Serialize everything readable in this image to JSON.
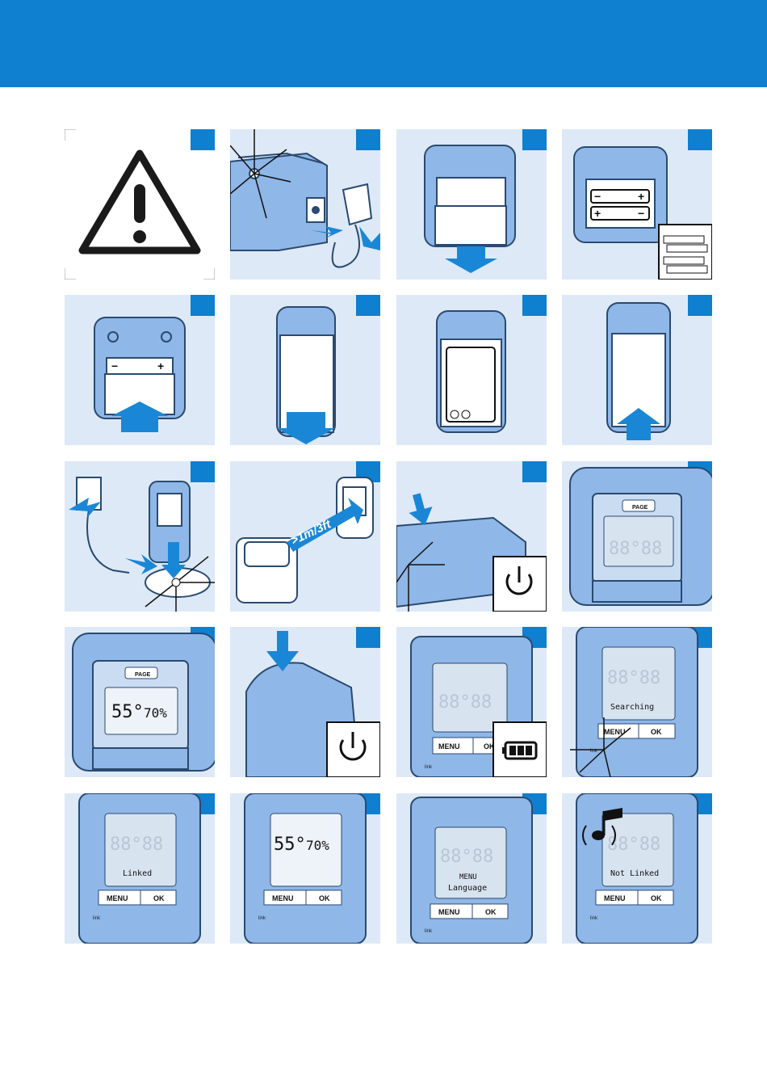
{
  "header": {
    "color": "#0f7fcf"
  },
  "colors": {
    "panel_bg": "#dde9f6",
    "device_blue": "#8fb7e8",
    "accent": "#0f7fcf",
    "arrow": "#1a87d6"
  },
  "panels": [
    {
      "icon": "warning-icon"
    },
    {
      "icon": "adapter-plug-icon"
    },
    {
      "icon": "battery-cover-open-icon"
    },
    {
      "icon": "battery-insert-icon"
    },
    {
      "icon": "battery-cover-close-icon"
    },
    {
      "icon": "parent-unit-cover-open-icon"
    },
    {
      "icon": "rechargeable-pack-icon"
    },
    {
      "icon": "parent-unit-cover-close-icon"
    },
    {
      "icon": "charger-dock-icon",
      "labels": {}
    },
    {
      "icon": "distance-icon",
      "labels": {
        "distance": ">1m/3ft"
      }
    },
    {
      "icon": "power-button-icon"
    },
    {
      "icon": "baby-unit-display-icon",
      "labels": {
        "page": "PAGE"
      }
    },
    {
      "icon": "baby-unit-reading-icon",
      "labels": {
        "page": "PAGE",
        "temp": "55°",
        "humidity": "70%"
      }
    },
    {
      "icon": "parent-power-icon"
    },
    {
      "icon": "battery-full-icon",
      "labels": {
        "menu": "MENU",
        "ok": "OK",
        "link": "link"
      }
    },
    {
      "icon": "searching-icon",
      "labels": {
        "status": "Searching",
        "menu": "MENU",
        "ok": "OK",
        "link": "link"
      }
    },
    {
      "icon": "linked-icon",
      "labels": {
        "status": "Linked",
        "menu": "MENU",
        "ok": "OK",
        "link": "link"
      }
    },
    {
      "icon": "parent-reading-icon",
      "labels": {
        "temp": "55°",
        "humidity": "70%",
        "menu": "MENU",
        "ok": "OK",
        "link": "link"
      }
    },
    {
      "icon": "language-menu-icon",
      "labels": {
        "line1": "MENU",
        "line2": "Language",
        "menu": "MENU",
        "ok": "OK",
        "link": "link"
      }
    },
    {
      "icon": "not-linked-alarm-icon",
      "labels": {
        "status": "Not Linked",
        "menu": "MENU",
        "ok": "OK",
        "link": "link"
      }
    }
  ]
}
